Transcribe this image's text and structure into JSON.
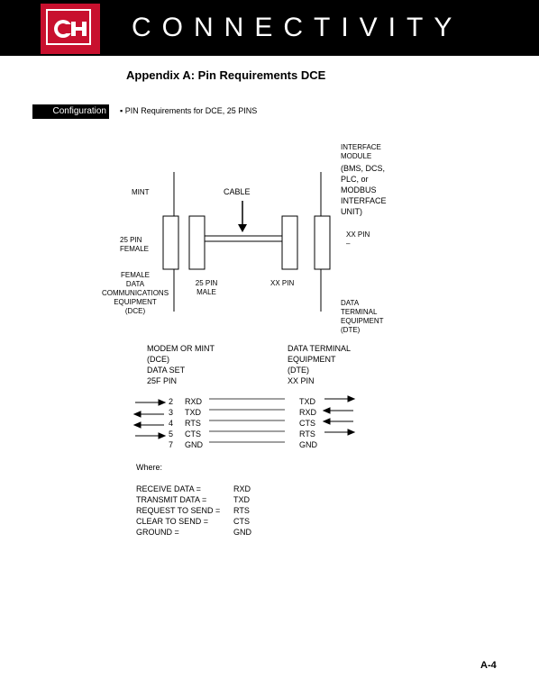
{
  "header": {
    "brand": "CONNECTIVITY",
    "logo_color": "#c8102e"
  },
  "page": {
    "title": "Appendix A:   Pin Requirements DCE",
    "section_tab": "Configuration",
    "subtitle": "▪  PIN Requirements for DCE, 25 PINS",
    "page_number": "A-4"
  },
  "diagram": {
    "interface_module": [
      "INTERFACE",
      "MODULE"
    ],
    "interface_unit": [
      "(BMS, DCS,",
      "PLC, or",
      "MODBUS",
      "INTERFACE",
      "UNIT)"
    ],
    "mint": "MINT",
    "cable": "CABLE",
    "female_25pin": [
      "25 PIN",
      "FEMALE"
    ],
    "xx_pin_right": "XX PIN",
    "xx_pin_dash": "–",
    "dce_label": [
      "FEMALE",
      "DATA",
      "COMMUNICATIONS",
      "EQUIPMENT",
      "(DCE)"
    ],
    "male_25pin": [
      "25 PIN",
      "MALE"
    ],
    "xx_pin_bottom": "XX PIN",
    "dte_label": [
      "DATA",
      "TERMINAL",
      "EQUIPMENT",
      "(DTE)"
    ]
  },
  "pinout": {
    "left_header": [
      "MODEM OR MINT",
      "(DCE)",
      "DATA SET",
      "25F  PIN"
    ],
    "right_header": [
      "DATA TERMINAL",
      "EQUIPMENT",
      "(DTE)",
      "XX  PIN"
    ],
    "rows": [
      {
        "pin": "2",
        "dce": "RXD",
        "dte": "TXD"
      },
      {
        "pin": "3",
        "dce": "TXD",
        "dte": "RXD"
      },
      {
        "pin": "4",
        "dce": "RTS",
        "dte": "CTS"
      },
      {
        "pin": "5",
        "dce": "CTS",
        "dte": "RTS"
      },
      {
        "pin": "7",
        "dce": "GND",
        "dte": "GND"
      }
    ]
  },
  "legend": {
    "where": "Where:",
    "items": [
      {
        "term": "RECEIVE DATA  =",
        "abbr": "RXD"
      },
      {
        "term": "TRANSMIT DATA  =",
        "abbr": "TXD"
      },
      {
        "term": "REQUEST TO SEND =",
        "abbr": "RTS"
      },
      {
        "term": "CLEAR TO SEND =",
        "abbr": "CTS"
      },
      {
        "term": "GROUND =",
        "abbr": "GND"
      }
    ]
  }
}
